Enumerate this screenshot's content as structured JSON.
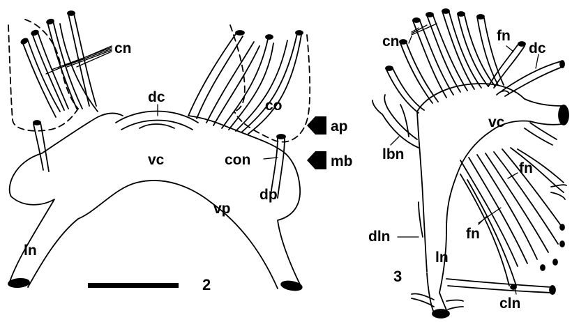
{
  "figures": [
    {
      "number": "2",
      "labels": {
        "cn": "cn",
        "dc": "dc",
        "co": "co",
        "ap": "ap",
        "mb": "mb",
        "vc": "vc",
        "con": "con",
        "dp": "dp",
        "vp": "vp",
        "ln": "ln"
      }
    },
    {
      "number": "3",
      "labels": {
        "cn": "cn",
        "fn_top": "fn",
        "dc": "dc",
        "vc": "vc",
        "lbn": "lbn",
        "fn_right": "fn",
        "fn_lower": "fn",
        "dln": "dln",
        "ln": "ln",
        "cln": "cln"
      }
    }
  ]
}
